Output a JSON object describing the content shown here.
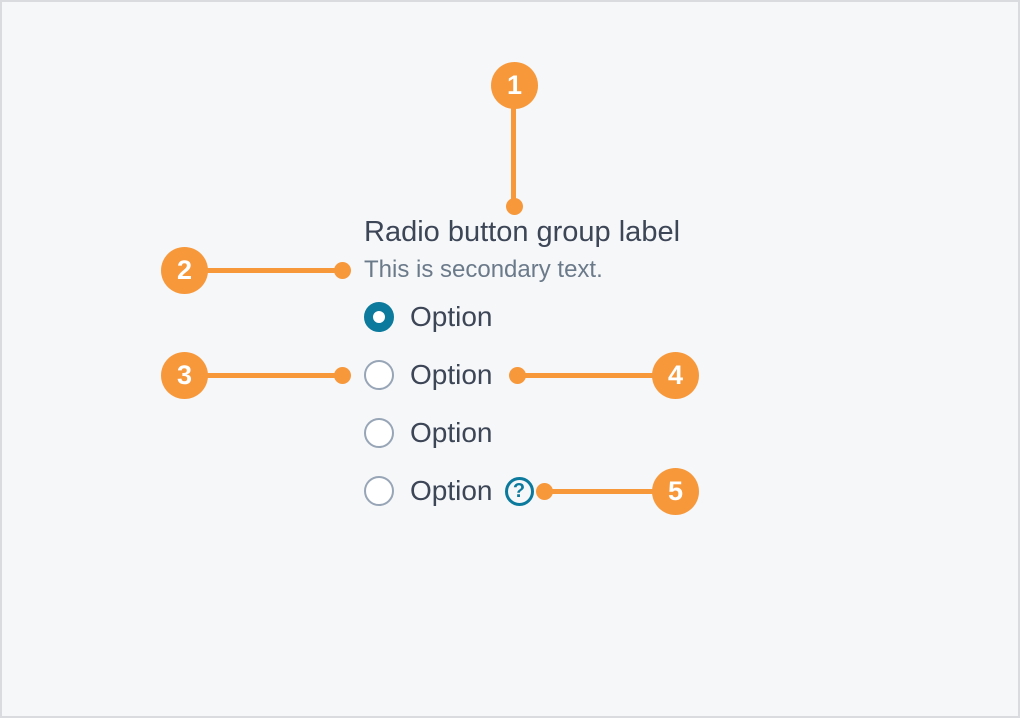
{
  "page": {
    "background_color": "#f6f7f9",
    "border_color": "#d9dbde"
  },
  "colors": {
    "annotation_orange": "#f7983b",
    "selected_teal": "#0c7a9d",
    "primary_text": "#3d4656",
    "secondary_text": "#6b7a8a",
    "radio_border": "#97a5b7"
  },
  "radio_group": {
    "label": "Radio button group label",
    "secondary_text": "This is secondary text.",
    "options": [
      {
        "label": "Option",
        "selected": true,
        "has_help": false
      },
      {
        "label": "Option",
        "selected": false,
        "has_help": false
      },
      {
        "label": "Option",
        "selected": false,
        "has_help": false
      },
      {
        "label": "Option",
        "selected": false,
        "has_help": true
      }
    ]
  },
  "icons": {
    "help_glyph": "?"
  },
  "callouts": [
    {
      "number": "1",
      "target": "group-label"
    },
    {
      "number": "2",
      "target": "secondary-text"
    },
    {
      "number": "3",
      "target": "radio-input"
    },
    {
      "number": "4",
      "target": "option-label"
    },
    {
      "number": "5",
      "target": "help-icon"
    }
  ]
}
